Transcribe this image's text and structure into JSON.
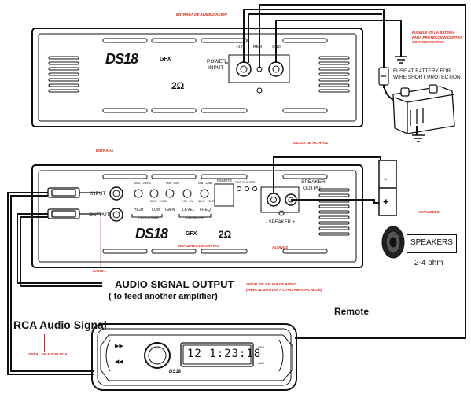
{
  "amp1": {
    "brand": "DS18",
    "model": "GFX",
    "ohm": "2Ω",
    "power_input": [
      "POWER",
      "INPUT"
    ],
    "terminals": [
      "+12V",
      "REM",
      "GND"
    ],
    "power_note_es": "ENTRADA DE ALIMENTACION"
  },
  "battery": {
    "fuse_note_es": [
      "FUSIBLE EN LA BATERÍA",
      "PARA PROTECCIÓN CONTRA",
      "CORTOCIRCUITOS"
    ],
    "fuse_note_en": [
      "FUSE AT BATTERY FOR",
      "WIRE SHORT PROTECTION"
    ]
  },
  "amp2": {
    "brand": "DS18",
    "model": "GFX",
    "ohm": "2Ω",
    "input_label": "INPUT",
    "output_label": "OUTPUT",
    "entrada": "ENTRADA",
    "salida": "SALIDA",
    "knob_scales": [
      "50HZ · 250HZ",
      "50HZ · 2KHZ",
      "MIN · MAX",
      "0.5V · 4V",
      "0dB · 12dB",
      "30HZ · 70HZ"
    ],
    "knob_labels": [
      "HIGH",
      "LOW",
      "GAIN",
      "LEVEL",
      "FREQ"
    ],
    "crossover": "CROSSOVER",
    "bassboost": "BASSBOOST",
    "remote": "REMOTE",
    "leds": "PWR  CLIP  DIST",
    "speaker_output": [
      "SPEAKER",
      "OUTPUT"
    ],
    "speaker_terms": "-  SPEAKER  +",
    "refuerzo": "REFUERZO DE GRAVES",
    "altavoz": "ALTAVOZ",
    "salida_altavoz": "SALIDA DE ALTAVOZ"
  },
  "speaker": {
    "label": "SPEAKERS",
    "impedance": "2-4 ohm",
    "note_es": "ALTAVOCES",
    "minus": "-",
    "plus": "+"
  },
  "signal_out": {
    "title": "AUDIO SIGNAL OUTPUT",
    "subtitle": "( to feed another amplifier)",
    "note_es": [
      "SEÑAL DE SALIDA DE AUDIO",
      "(PARA ALIMENTAR A OTRO AMPLIFICADOR)"
    ]
  },
  "remote_label": "Remote",
  "rca": {
    "title": "RCA Audio Signal",
    "note_es": "SEÑAL DE AUDIO RCA"
  },
  "head_unit": {
    "display": "12 1:23:18",
    "brand": "DS18",
    "usb": "USB",
    "aux": "AUX"
  }
}
